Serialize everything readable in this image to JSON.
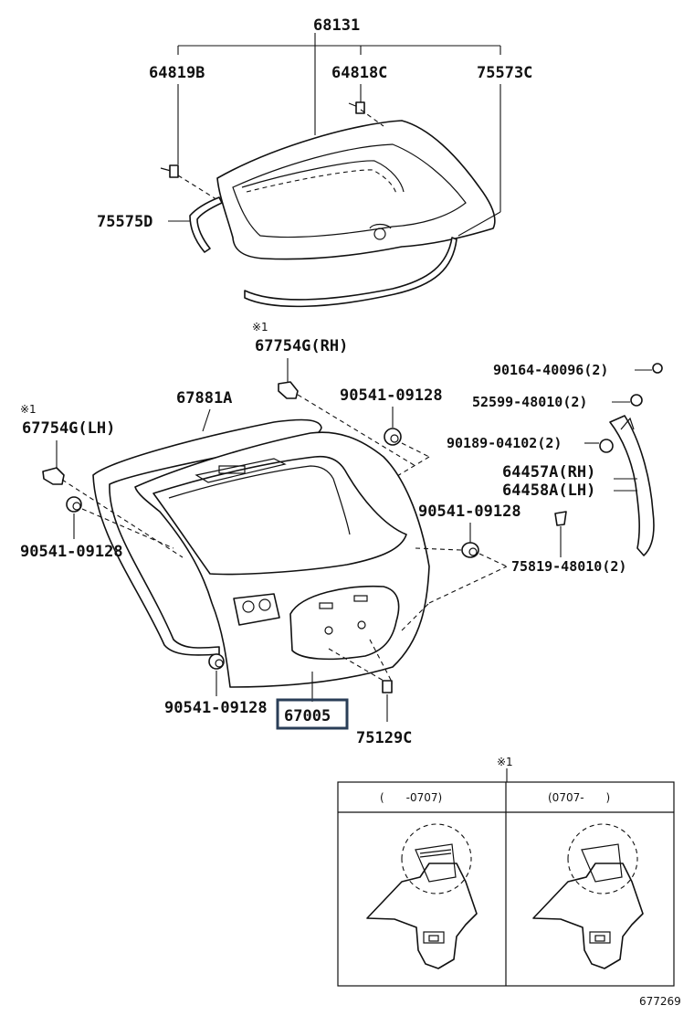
{
  "labels": {
    "assembly_top": "68131",
    "p64819b": "64819B",
    "p64818c": "64818C",
    "p75573c": "75573C",
    "p75575d": "75575D",
    "note_mark_rh": "※1",
    "p67754g_rh": "67754G(RH)",
    "p67881a": "67881A",
    "p90541_top": "90541-09128",
    "note_mark_lh": "※1",
    "p67754g_lh": "67754G(LH)",
    "p90541_left": "90541-09128",
    "p90164": "90164-40096(2)",
    "p52599": "52599-48010(2)",
    "p90189": "90189-04102(2)",
    "p64457a": "64457A(RH)",
    "p64458a": "64458A(LH)",
    "p90541_right": "90541-09128",
    "p75819": "75819-48010(2)",
    "p90541_bottom": "90541-09128",
    "p67005": "67005",
    "p75129c": "75129C",
    "detail_mark": "※1",
    "detail_col1": "(　　-0707)",
    "detail_col2": "(0707-　　)",
    "figure_id": "677269"
  },
  "colors": {
    "line": "#111111",
    "highlight_box": "#2a3e57"
  }
}
